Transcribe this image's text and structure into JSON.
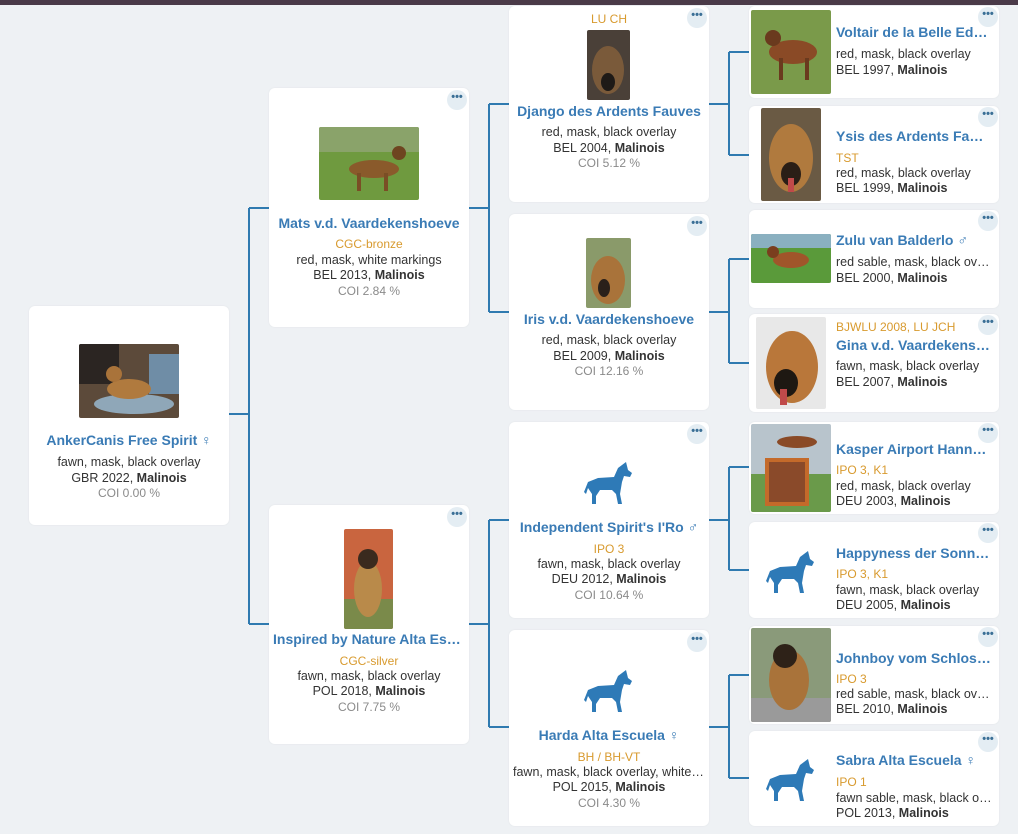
{
  "colors": {
    "name": "#3a7bb5",
    "title": "#d89a2e",
    "connector": "#2f7ab0",
    "icon": "#2e7ab7"
  },
  "more_label": "•••",
  "dogs": {
    "subject": {
      "name": "AnkerCanis Free Spirit",
      "sex": "♀",
      "color": "fawn, mask, black overlay",
      "origin": "GBR 2022, ",
      "breed": "Malinois",
      "coi": "COI 0.00 %"
    },
    "sire": {
      "name": "Mats v.d. Vaardekenshoeve",
      "title": "CGC-bronze",
      "color": "red, mask, white markings",
      "origin": "BEL 2013, ",
      "breed": "Malinois",
      "coi": "COI 2.84 %"
    },
    "dam": {
      "name": "Inspired by Nature Alta Escuela",
      "title": "CGC-silver",
      "color": "fawn, mask, black overlay",
      "origin": "POL 2018, ",
      "breed": "Malinois",
      "coi": "COI 7.75 %"
    },
    "ss": {
      "name": "Django des Ardents Fauves",
      "title": "LU CH",
      "color": "red, mask, black overlay",
      "origin": "BEL 2004, ",
      "breed": "Malinois",
      "coi": "COI 5.12 %"
    },
    "sd": {
      "name": "Iris v.d. Vaardekenshoeve",
      "color": "red, mask, black overlay",
      "origin": "BEL 2009, ",
      "breed": "Malinois",
      "coi": "COI 12.16 %"
    },
    "ds": {
      "name": "Independent Spirit's I'Ro",
      "sex": "♂",
      "title": "IPO 3",
      "color": "fawn, mask, black overlay",
      "origin": "DEU 2012, ",
      "breed": "Malinois",
      "coi": "COI 10.64 %"
    },
    "dd": {
      "name": "Harda Alta Escuela",
      "sex": "♀",
      "title": "BH / BH-VT",
      "color": "fawn, mask, black overlay, white markings",
      "origin": "POL 2015, ",
      "breed": "Malinois",
      "coi": "COI 4.30 %"
    },
    "sss": {
      "name": "Voltair de la Belle Edise",
      "color": "red, mask, black overlay",
      "origin": "BEL 1997, ",
      "breed": "Malinois"
    },
    "ssd": {
      "name": "Ysis des Ardents Fauves",
      "title": "TST",
      "color": "red, mask, black overlay",
      "origin": "BEL 1999, ",
      "breed": "Malinois"
    },
    "sds": {
      "name": "Zulu van Balderlo",
      "sex": "♂",
      "color": "red sable, mask, black overlay",
      "origin": "BEL 2000, ",
      "breed": "Malinois"
    },
    "sdd": {
      "name": "Gina v.d. Vaardekenshoeve",
      "title": "BJWLU 2008, LU JCH",
      "color": "fawn, mask, black overlay",
      "origin": "BEL 2007, ",
      "breed": "Malinois"
    },
    "dss": {
      "name": "Kasper Airport Hannover",
      "title": "IPO 3, K1",
      "color": "red, mask, black overlay",
      "origin": "DEU 2003, ",
      "breed": "Malinois"
    },
    "dsd": {
      "name": "Happyness der Sonnenstadt",
      "title": "IPO 3, K1",
      "color": "fawn, mask, black overlay",
      "origin": "DEU 2005, ",
      "breed": "Malinois"
    },
    "dds": {
      "name": "Johnboy vom Schloss Hohenberg",
      "title": "IPO 3",
      "color": "red sable, mask, black overlay",
      "origin": "BEL 2010, ",
      "breed": "Malinois"
    },
    "ddd": {
      "name": "Sabra Alta Escuela",
      "sex": "♀",
      "title": "IPO 1",
      "color": "fawn sable, mask, black overlay",
      "origin": "POL 2013, ",
      "breed": "Malinois"
    }
  }
}
